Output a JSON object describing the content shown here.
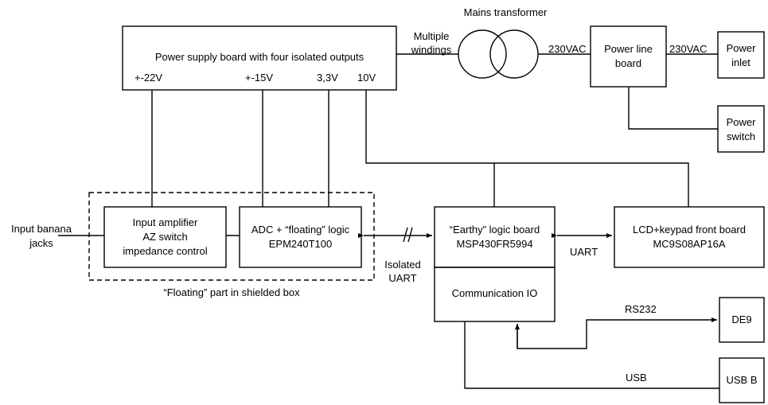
{
  "title": "Mains transformer",
  "blocks": {
    "power_supply": "Power supply board with four isolated outputs",
    "power_line": [
      "Power line",
      "board"
    ],
    "power_inlet": [
      "Power",
      "inlet"
    ],
    "power_switch": [
      "Power",
      "switch"
    ],
    "input_amp": [
      "Input amplifier",
      "AZ switch",
      "impedance control"
    ],
    "adc": [
      "ADC + “floating” logic",
      "EPM240T100"
    ],
    "earthy": [
      "“Earthy” logic board",
      "MSP430FR5994"
    ],
    "comm_io": "Communication IO",
    "lcd": [
      "LCD+keypad front board",
      "MC9S08AP16A"
    ],
    "de9": "DE9",
    "usbb": "USB B"
  },
  "labels": {
    "rail_22": "+-22V",
    "rail_15": "+-15V",
    "rail_33": "3,3V",
    "rail_10": "10V",
    "multiple_windings": [
      "Multiple",
      "windings"
    ],
    "vac_left": "230VAC",
    "vac_right": "230VAC",
    "input_jacks": [
      "Input banana",
      "jacks"
    ],
    "isolated_uart": [
      "Isolated",
      "UART"
    ],
    "uart": "UART",
    "rs232": "RS232",
    "usb": "USB",
    "floating_caption": "“Floating” part in shielded box"
  }
}
